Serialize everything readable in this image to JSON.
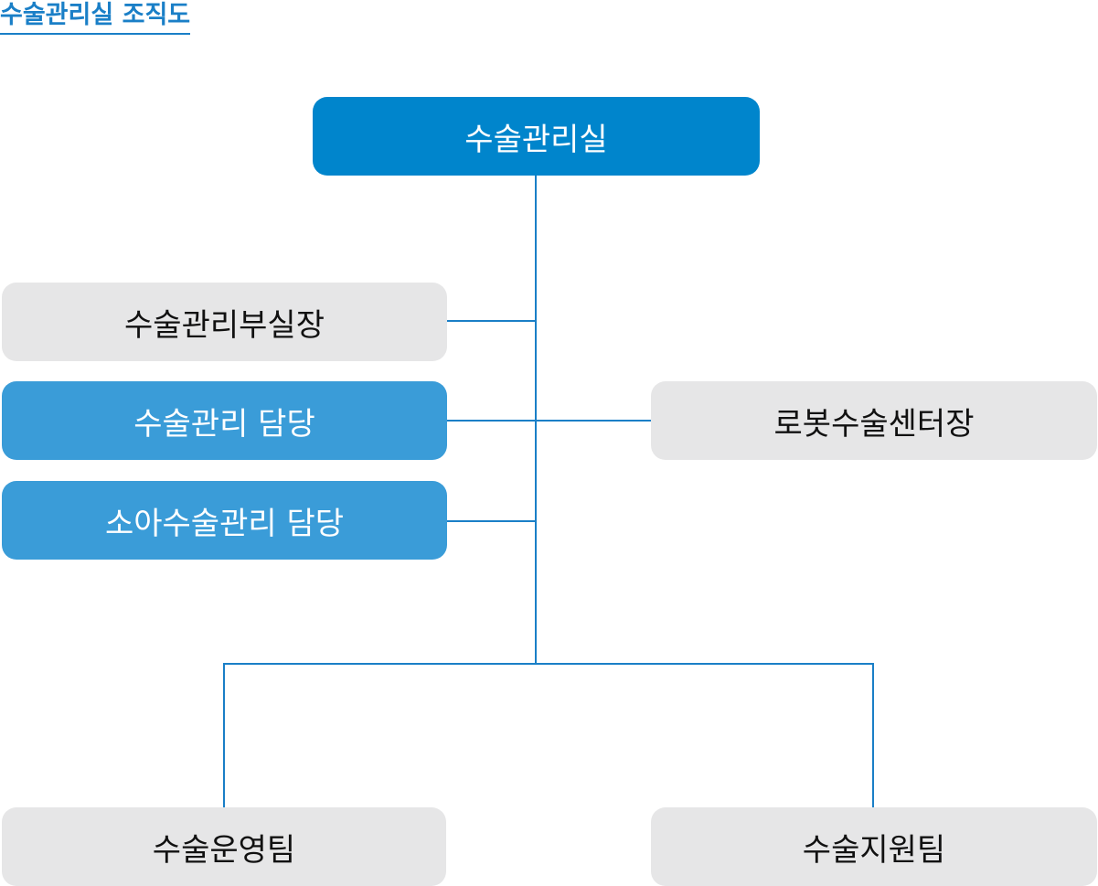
{
  "title": "수술관리실 조직도",
  "nodes": {
    "root": "수술관리실",
    "vice_director": "수술관리부실장",
    "manager_surgery": "수술관리 담당",
    "manager_pediatric": "소아수술관리 담당",
    "robot_center": "로봇수술센터장",
    "operations_team": "수술운영팀",
    "support_team": "수술지원팀"
  },
  "colors": {
    "root": "#0085cc",
    "blue_node": "#3a9cd8",
    "grey_node": "#e6e6e7",
    "connector": "#1a7fc7",
    "title": "#1a7fc7"
  }
}
